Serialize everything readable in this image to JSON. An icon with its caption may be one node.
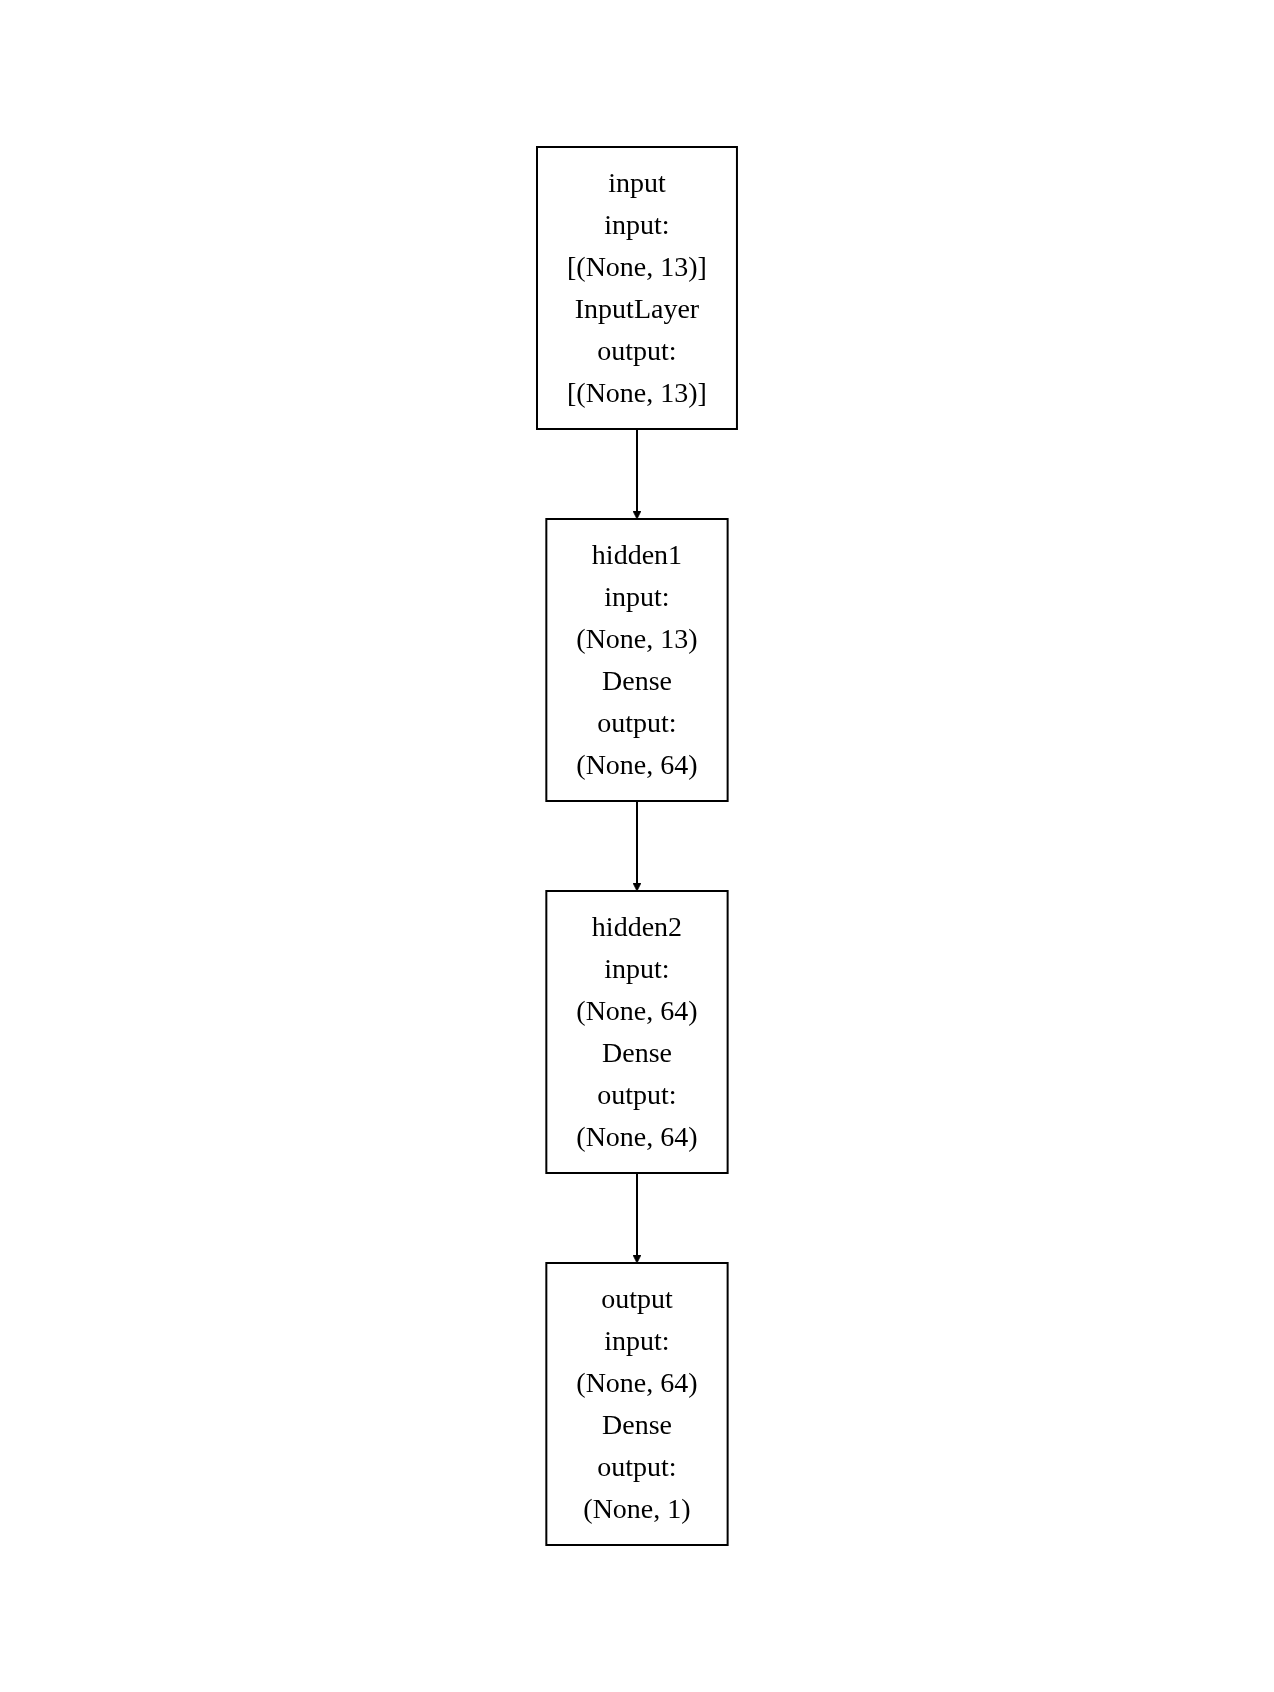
{
  "diagram": {
    "nodes": [
      {
        "text": [
          "input",
          "input:",
          "[(None, 13)]",
          "InputLayer",
          "output:",
          "[(None, 13)]"
        ]
      },
      {
        "text": [
          "hidden1",
          "input:",
          "(None, 13)",
          "Dense",
          "output:",
          "(None, 64)"
        ]
      },
      {
        "text": [
          "hidden2",
          "input:",
          "(None, 64)",
          "Dense",
          "output:",
          "(None, 64)"
        ]
      },
      {
        "text": [
          "output",
          "input:",
          "(None, 64)",
          "Dense",
          "output:",
          "(None, 1)"
        ]
      }
    ],
    "edges": [
      {
        "from": 0,
        "to": 1,
        "arrow": "to"
      },
      {
        "from": 1,
        "to": 2,
        "arrow": "to"
      },
      {
        "from": 2,
        "to": 3,
        "arrow": "to"
      }
    ]
  }
}
